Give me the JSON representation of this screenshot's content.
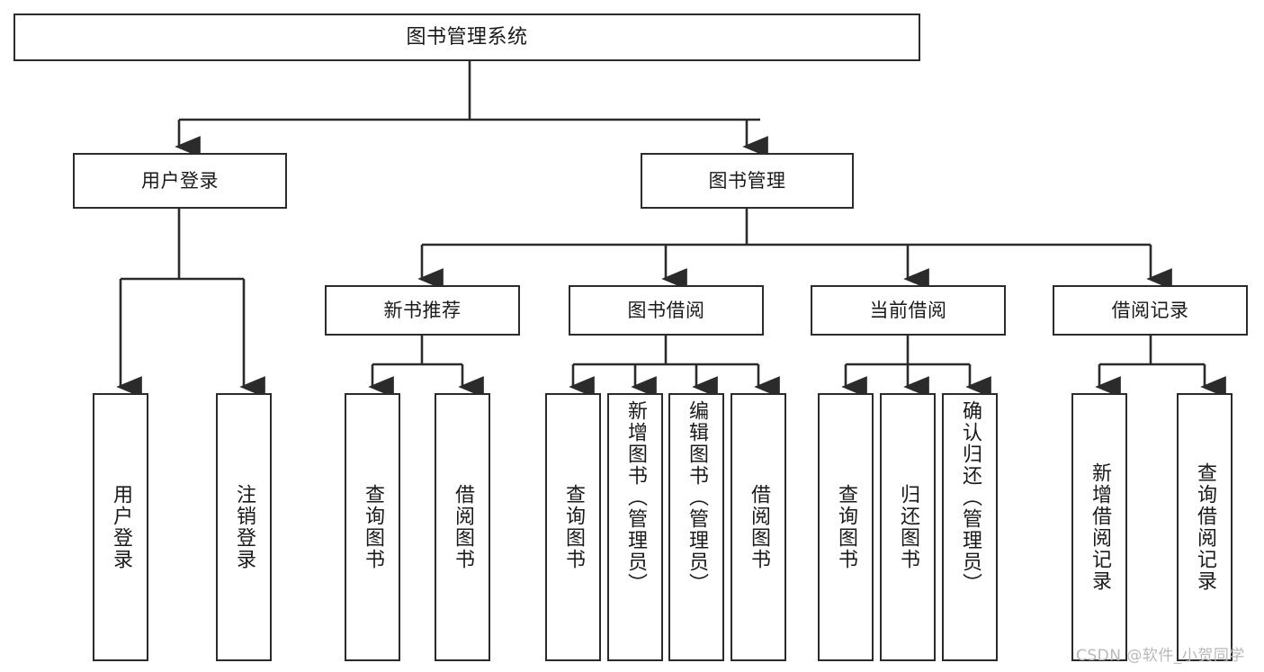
{
  "diagram": {
    "title": "图书管理系统",
    "type": "tree-hierarchy",
    "watermark": "CSDN @软件_小贺同学",
    "colors": {
      "box_border": "#2b2b2b",
      "box_fill": "#ffffff",
      "connector": "#2b2b2b",
      "text": "#1a1a1a",
      "watermark": "#b9b9b9",
      "background": "#ffffff"
    },
    "levels": {
      "root": {
        "label": "图书管理系统"
      },
      "level2": [
        {
          "id": "user-login",
          "label": "用户登录"
        },
        {
          "id": "book-manage",
          "label": "图书管理"
        }
      ],
      "level3": [
        {
          "id": "new-book-recommend",
          "label": "新书推荐",
          "parent": "book-manage"
        },
        {
          "id": "book-borrow",
          "label": "图书借阅",
          "parent": "book-manage"
        },
        {
          "id": "current-borrow",
          "label": "当前借阅",
          "parent": "book-manage"
        },
        {
          "id": "borrow-record",
          "label": "借阅记录",
          "parent": "book-manage"
        }
      ],
      "leaves": [
        {
          "id": "leaf-user-login",
          "label": "用户登录",
          "parent": "user-login"
        },
        {
          "id": "leaf-logout-login",
          "label": "注销登录",
          "parent": "user-login"
        },
        {
          "id": "leaf-query-book-1",
          "label": "查询图书",
          "parent": "new-book-recommend"
        },
        {
          "id": "leaf-borrow-book-1",
          "label": "借阅图书",
          "parent": "new-book-recommend"
        },
        {
          "id": "leaf-query-book-2",
          "label": "查询图书",
          "parent": "book-borrow"
        },
        {
          "id": "leaf-add-book",
          "label": "新增图书（管理员）",
          "parent": "book-borrow"
        },
        {
          "id": "leaf-edit-book",
          "label": "编辑图书（管理员）",
          "parent": "book-borrow"
        },
        {
          "id": "leaf-borrow-book-2",
          "label": "借阅图书",
          "parent": "book-borrow"
        },
        {
          "id": "leaf-query-book-3",
          "label": "查询图书",
          "parent": "current-borrow"
        },
        {
          "id": "leaf-return-book",
          "label": "归还图书",
          "parent": "current-borrow"
        },
        {
          "id": "leaf-confirm-return",
          "label": "确认归还（管理员）",
          "parent": "current-borrow"
        },
        {
          "id": "leaf-add-record",
          "label": "新增借阅记录",
          "parent": "borrow-record"
        },
        {
          "id": "leaf-query-record",
          "label": "查询借阅记录",
          "parent": "borrow-record"
        }
      ]
    }
  }
}
